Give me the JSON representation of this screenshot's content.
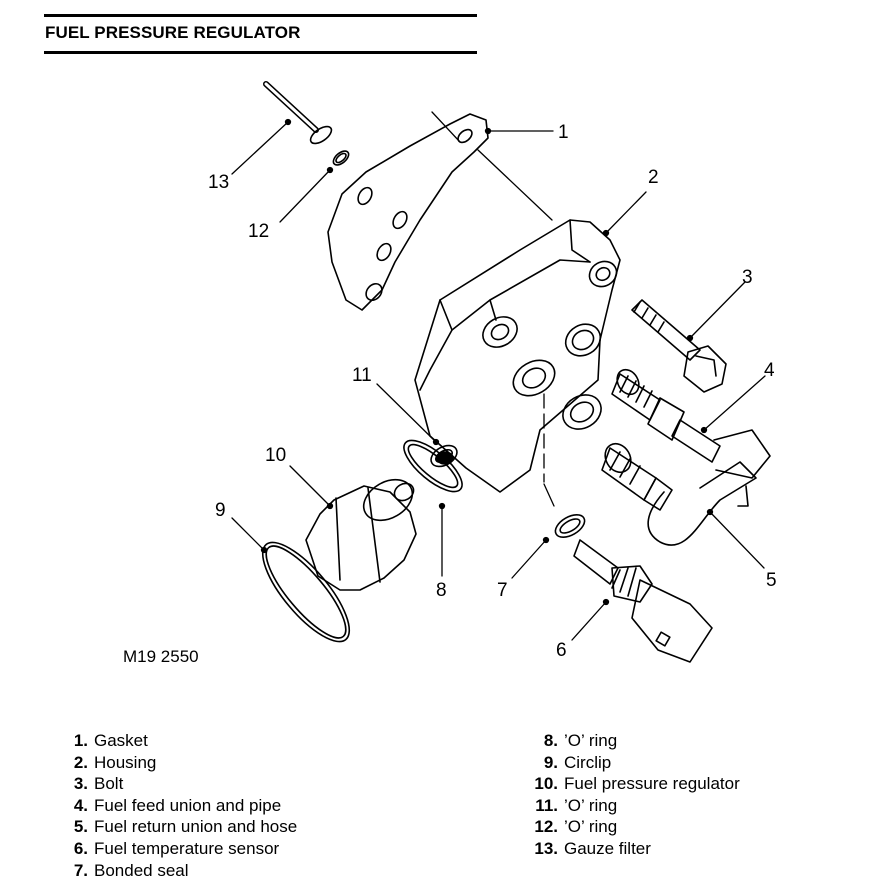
{
  "title": "FUEL PRESSURE REGULATOR",
  "figure_ref": "M19 2550",
  "callouts": [
    "1",
    "2",
    "3",
    "4",
    "5",
    "6",
    "7",
    "8",
    "9",
    "10",
    "11",
    "12",
    "13"
  ],
  "legend": [
    {
      "num": "1.",
      "label": "Gasket"
    },
    {
      "num": "2.",
      "label": "Housing"
    },
    {
      "num": "3.",
      "label": "Bolt"
    },
    {
      "num": "4.",
      "label": "Fuel feed union and pipe"
    },
    {
      "num": "5.",
      "label": "Fuel return union and hose"
    },
    {
      "num": "6.",
      "label": "Fuel temperature sensor"
    },
    {
      "num": "7.",
      "label": "Bonded seal"
    },
    {
      "num": "8.",
      "label": "’O’ ring"
    },
    {
      "num": "9.",
      "label": "Circlip"
    },
    {
      "num": "10.",
      "label": "Fuel pressure regulator"
    },
    {
      "num": "11.",
      "label": "’O’ ring"
    },
    {
      "num": "12.",
      "label": "’O’ ring"
    },
    {
      "num": "13.",
      "label": "Gauze filter"
    }
  ]
}
